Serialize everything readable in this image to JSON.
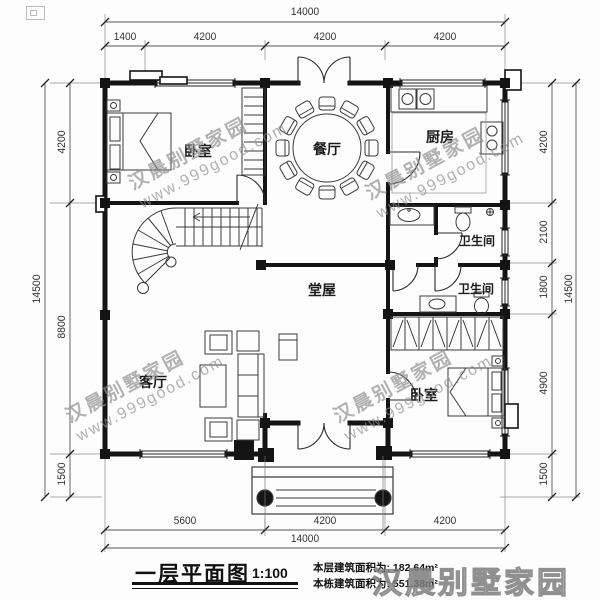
{
  "plan": {
    "rooms": {
      "bedroom1": "卧室",
      "dining": "餐厅",
      "kitchen": "厨房",
      "bath1": "卫生间",
      "bath2": "卫生间",
      "hall": "堂屋",
      "living": "客厅",
      "bedroom2": "卧室"
    }
  },
  "dims": {
    "top": {
      "overall": "14000",
      "segments": [
        "1400",
        "4200",
        "4200",
        "4200"
      ]
    },
    "bottom": {
      "overall": "14000",
      "segments": [
        "5600",
        "4200",
        "4200"
      ]
    },
    "left": {
      "overall": "14500",
      "segments": [
        "4200",
        "8800",
        "1500"
      ]
    },
    "right": {
      "overall": "14500",
      "segments": [
        "4200",
        "2100",
        "1800",
        "4900",
        "1500"
      ]
    }
  },
  "watermark": {
    "brand": "汉晨别墅家园",
    "site": "www.999good.com"
  },
  "title_block": {
    "title": "一层平面图",
    "scale": "1:100",
    "area_floor": "本层建筑面积为: 182.64m²",
    "area_total": "本栋建筑面积为: 551.38m²"
  },
  "colors": {
    "wall": "#141414",
    "dim_text": "#333333",
    "watermark": "#8e8e8e"
  }
}
